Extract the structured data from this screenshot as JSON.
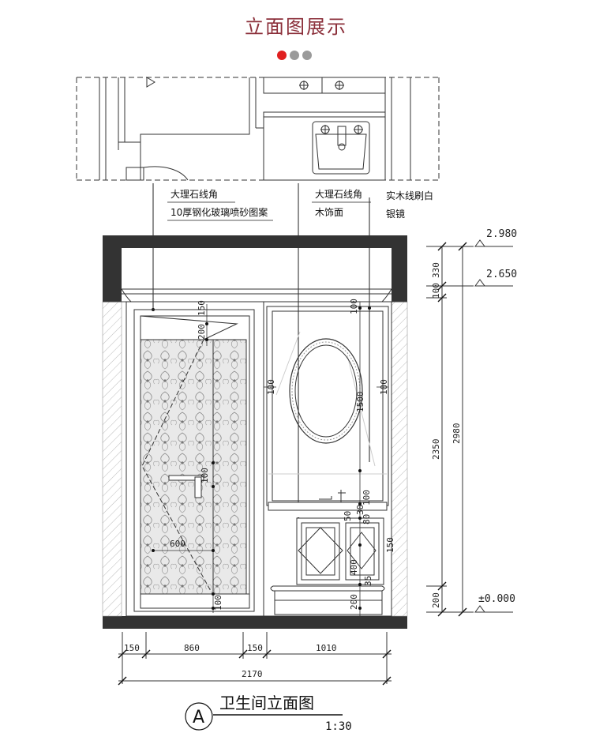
{
  "header": {
    "title": "立面图展示",
    "title_color": "#8b2f3a",
    "pager_dots": [
      {
        "name": "dot-active",
        "color": "#e02020"
      },
      {
        "name": "dot-2",
        "color": "#9a9a9a"
      },
      {
        "name": "dot-3",
        "color": "#9a9a9a"
      }
    ]
  },
  "annotations": {
    "left_1": "大理石线角",
    "left_2": "10厚钢化玻璃喷砂图案",
    "mid_1": "大理石线角",
    "mid_2": "木饰面",
    "right_1": "实木线刷白",
    "right_2": "银镜"
  },
  "levels": {
    "top": "2.980",
    "mid": "2.650",
    "floor": "±0.000"
  },
  "dims": {
    "right_330": "330",
    "right_100": "100",
    "right_2350": "2350",
    "right_200": "200",
    "right_2980": "2980",
    "bottom_150a": "150",
    "bottom_860": "860",
    "bottom_150b": "150",
    "bottom_1010": "1010",
    "bottom_2170": "2170",
    "door_150": "150",
    "door_200": "200",
    "door_100_handle": "100",
    "door_600": "600",
    "door_100_bottom": "100",
    "mirror_100_left": "100",
    "mirror_100_right": "100",
    "mirror_100_top": "100",
    "mirror_1500": "1500",
    "cab_100": "100",
    "cab_30": "30",
    "cab_80": "80",
    "cab_50": "50",
    "cab_400": "400",
    "cab_150": "150",
    "cab_35": "35",
    "cab_200": "200"
  },
  "footer": {
    "badge": "A",
    "title": "卫生间立面图",
    "scale": "1:30"
  }
}
